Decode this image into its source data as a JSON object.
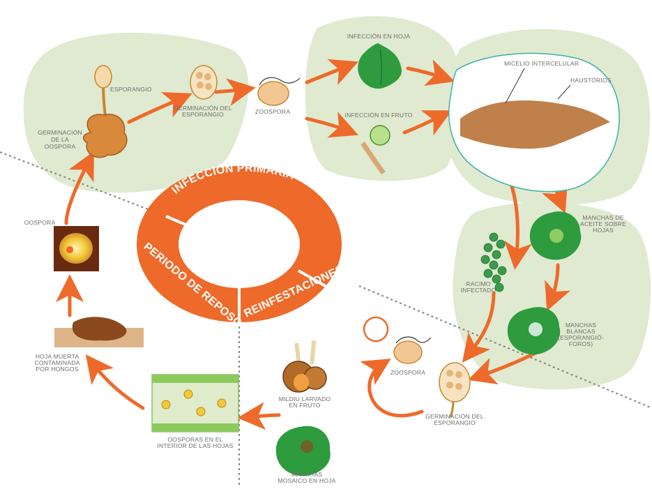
{
  "diagram": {
    "ring_labels": {
      "primary": "INFECCIÓN PRIMARIA",
      "rest": "PERIODO DE REPOSO",
      "reinfest": "REINFESTACIONES"
    },
    "labels": {
      "esporangio": "ESPORANGIO",
      "germ_oospora": [
        "GERMINACIÓN",
        "DE LA",
        "OOSPORA"
      ],
      "germ_esporangio_top": [
        "GERMINACIÓN DEL",
        "ESPORANGIO"
      ],
      "zoospora_top": "ZOOSPORA",
      "infeccion_hoja": "INFECCIÓN EN HOJA",
      "infeccion_fruto": "INFECCIÓN EN FRUTO",
      "micelio": "MICELIO INTERCELULAR",
      "haustorios": "HAUSTÓRIOS",
      "manchas_aceite": [
        "MANCHAS DE",
        "ACEITE SOBRE",
        "HOJAS"
      ],
      "racimo": [
        "RACIMO",
        "INFECTADO"
      ],
      "manchas_blancas": [
        "MANCHAS",
        "BLANCAS",
        "(ESPORANGIÓ-",
        "FOROS)"
      ],
      "zoospora_bottom": "ZOOSPORA",
      "germ_esporangio_bottom": [
        "GERMINACIÓN DEL",
        "ESPORANGIO"
      ],
      "mildiu": [
        "MILDIU LARVADO",
        "EN FRUTO"
      ],
      "manchas_mosaico": [
        "MANCHAS",
        "MOSAICO EN HOJA"
      ],
      "oosporas_hojas": [
        "OOSPORAS EN EL",
        "INTERIOR DE LAS HOJAS"
      ],
      "hoja_muerta": [
        "HOJA MUERTA",
        "CONTAMINADA",
        "POR HONGOS"
      ],
      "oospora": "OOSPORA"
    },
    "colors": {
      "orange": "#ee6a2a",
      "green_bg": "#dfead0",
      "leaf": "#3aa84a",
      "brown": "#8a4a1e",
      "text": "#6e6e6e"
    }
  }
}
